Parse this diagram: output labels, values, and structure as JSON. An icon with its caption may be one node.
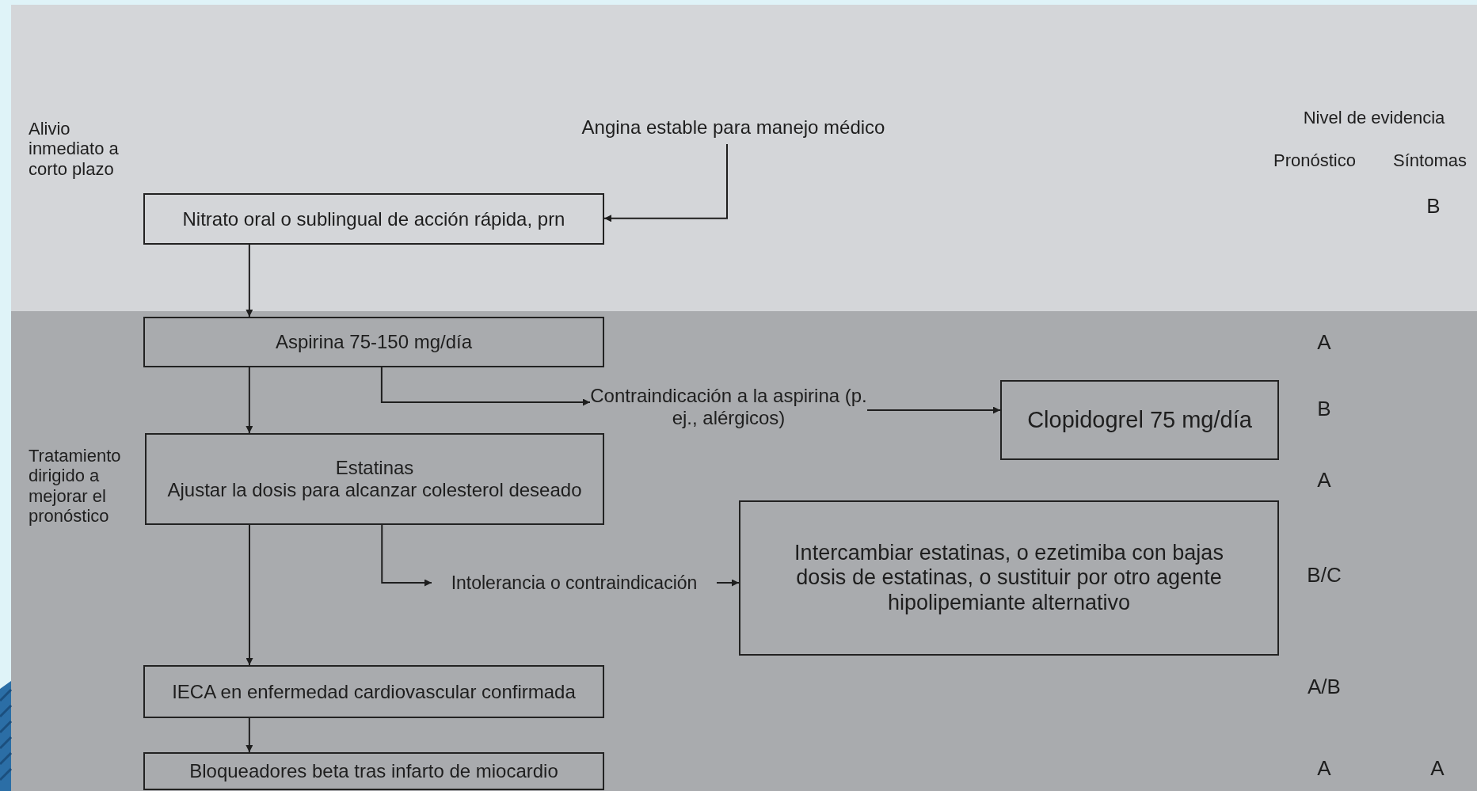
{
  "diagram": {
    "nodes": [
      {
        "text": [
          "Angina estable para manejo médico"
        ]
      },
      {
        "text": [
          "Nitrato oral o sublingual de acción rápida, prn"
        ]
      },
      {
        "text": [
          "Aspirina 75-150 mg/día"
        ]
      },
      {
        "text": [
          "Contraindicación a la aspirina (p. ej., alérgicos)"
        ]
      },
      {
        "text": [
          "Clopidogrel 75 mg/día"
        ]
      },
      {
        "text": [
          "Estatinas",
          "Ajustar la dosis para alcanzar colesterol deseado"
        ]
      },
      {
        "text": [
          "Intolerancia o contraindicación"
        ]
      },
      {
        "text": [
          "Intercambiar estatinas, o ezetimiba con bajas dosis de estatinas, o sustituir por otro agente hipolipemiante alternativo"
        ]
      },
      {
        "text": [
          "IECA en enfermedad cardiovascular confirmada"
        ]
      },
      {
        "text": [
          "Bloqueadores beta tras infarto de miocardio"
        ]
      }
    ],
    "edges": [
      {
        "from": 0,
        "to": 1,
        "arrow": "to"
      },
      {
        "from": 1,
        "to": 2,
        "arrow": "to"
      },
      {
        "from": 2,
        "to": 3,
        "arrow": "to"
      },
      {
        "from": 3,
        "to": 4,
        "arrow": "to"
      },
      {
        "from": 2,
        "to": 5,
        "arrow": "to"
      },
      {
        "from": 5,
        "to": 6,
        "arrow": "to"
      },
      {
        "from": 6,
        "to": 7,
        "arrow": "to"
      },
      {
        "from": 5,
        "to": 8,
        "arrow": "to"
      },
      {
        "from": 8,
        "to": 9,
        "arrow": "to"
      }
    ],
    "labels": [
      "Alivio inmediato a corto plazo",
      "Nivel de evidencia",
      "Pronóstico",
      "Síntomas",
      "B",
      "A",
      "B",
      "Tratamiento dirigido a mejorar el pronóstico",
      "A",
      "B/C",
      "A/B",
      "A",
      "A"
    ]
  }
}
